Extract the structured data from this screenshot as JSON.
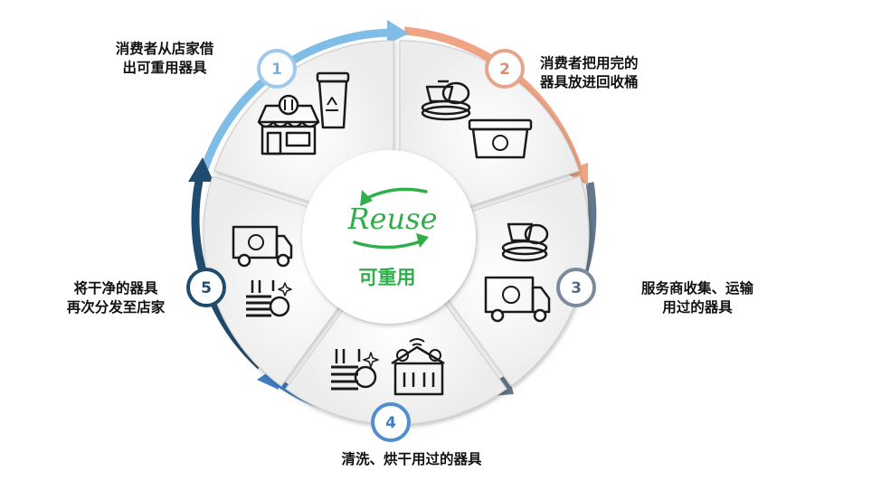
{
  "center": {
    "logo_text": "Reuse",
    "title": "可重用"
  },
  "colors": {
    "green": "#2fae4a",
    "light_blue": "#7fbde6",
    "orange": "#f0a483",
    "slate": "#66778c",
    "blue": "#3f7ec7",
    "navy": "#1f4b6e"
  },
  "steps": [
    {
      "number": "1",
      "line1": "消费者从店家借",
      "line2": "出可重用器具",
      "icons": [
        "coffee-cup-recycle-icon",
        "storefront-icon"
      ]
    },
    {
      "number": "2",
      "line1": "消费者把用完的",
      "line2": "器具放进回收桶",
      "icons": [
        "dish-stack-icon",
        "recycle-bin-icon"
      ]
    },
    {
      "number": "3",
      "line1": "服务商收集、运输",
      "line2": "用过的器具",
      "icons": [
        "dish-stack-icon",
        "recycle-truck-icon"
      ]
    },
    {
      "number": "4",
      "line1": "清洗、烘干用过的器具",
      "line2": "",
      "icons": [
        "clean-plates-icon",
        "smart-factory-icon"
      ]
    },
    {
      "number": "5",
      "line1": "将干净的器具",
      "line2": "再次分发至店家",
      "icons": [
        "recycle-truck-icon",
        "clean-plates-icon"
      ]
    }
  ]
}
